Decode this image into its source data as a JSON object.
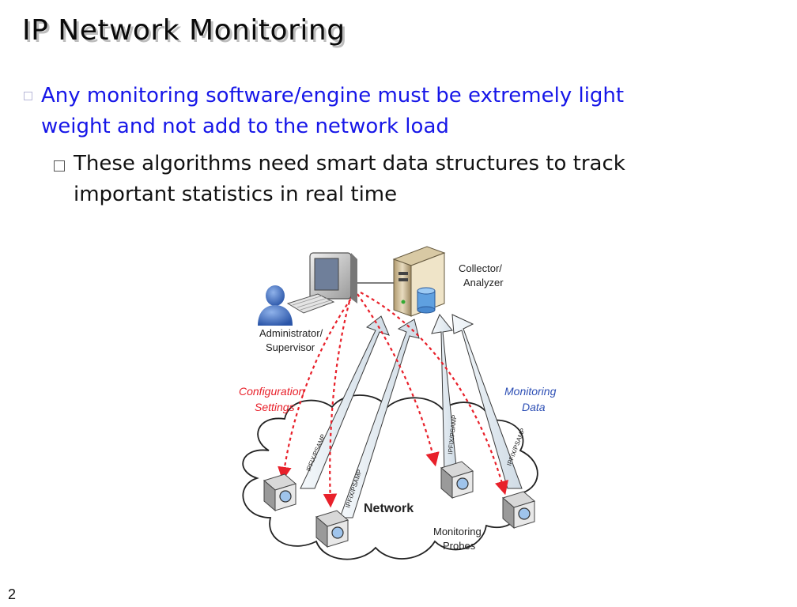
{
  "slide": {
    "title": "IP Network Monitoring",
    "page_number": "2"
  },
  "bullets": [
    {
      "level": 1,
      "line1": "Any monitoring software/engine must be extremely light",
      "line2": "weight and not add to the network load",
      "color": "#1616e8"
    },
    {
      "level": 2,
      "line1": "These algorithms need smart data structures to track",
      "line2": "important statistics in real time",
      "color": "#111111"
    }
  ],
  "diagram": {
    "collector_line1": "Collector/",
    "collector_line2": "Analyzer",
    "admin_line1": "Administrator/",
    "admin_line2": "Supervisor",
    "config_line1": "Configuration",
    "config_line2": "Settings",
    "monitoring_data_line1": "Monitoring",
    "monitoring_data_line2": "Data",
    "network_label": "Network",
    "probes_line1": "Monitoring",
    "probes_line2": "Probes",
    "arrow_label": "IPFIX/PSAMP",
    "colors": {
      "config_red": "#e8202a",
      "monitoring_blue": "#2d4fb5",
      "arrow_fill": "#e4ecf2",
      "cloud_stroke": "#222222"
    },
    "icons": [
      "monitor-icon",
      "server-icon",
      "user-icon",
      "keyboard-icon",
      "probe-icon"
    ]
  }
}
